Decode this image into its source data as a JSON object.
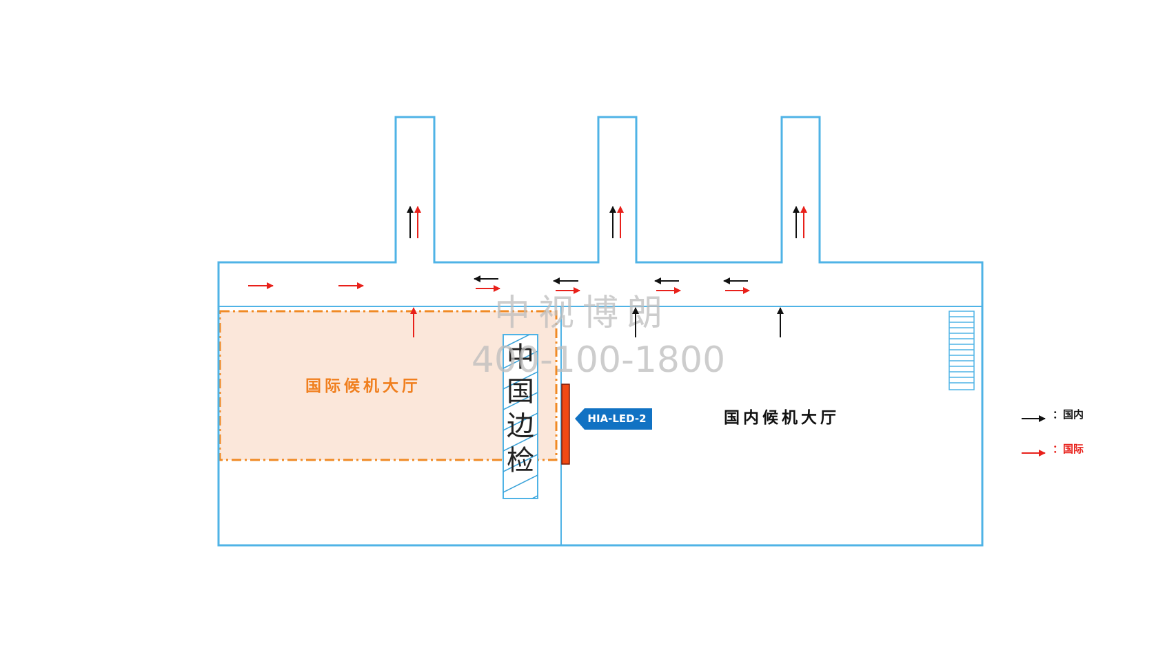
{
  "colors": {
    "wall": "#4fb3e6",
    "international": "#e8201a",
    "domestic": "#111111",
    "intl_hall_fill": "#fbe7da",
    "intl_hall_border": "#f08a24",
    "intl_hall_text": "#f07f1e",
    "led_screen": "#f04a14",
    "badge": "#1172c3"
  },
  "zones": {
    "international_hall": "国际候机大厅",
    "domestic_hall": "国内候机大厅",
    "border_control": "中国边检"
  },
  "led_badge": "HIA-LED-2",
  "watermark": {
    "name": "中视博朗",
    "phone": "400-100-1800"
  },
  "legend": [
    {
      "color": "domestic",
      "label": "：国内"
    },
    {
      "color": "international",
      "label": "：国际"
    }
  ],
  "icons": [
    "arrow-domestic-icon",
    "arrow-international-icon",
    "stairs-icon",
    "led-screen-icon"
  ]
}
